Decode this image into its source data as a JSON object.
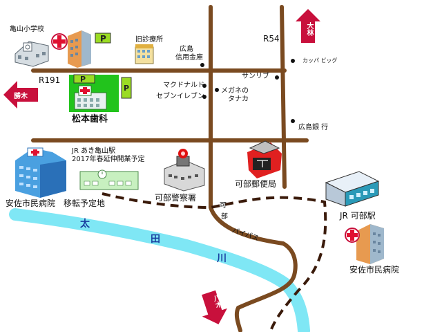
{
  "roads": {
    "r191": "R191",
    "r54": "R54"
  },
  "directions": {
    "katsuki": "勝木",
    "daibayashi": "大林",
    "yagi": "八木"
  },
  "places": {
    "kameyama_school": "亀山小学校",
    "old_clinic": "旧診療所",
    "hiroshima_shinkin_1": "広島",
    "hiroshima_shinkin_2": "信用金庫",
    "kappa_big": "カッパ ビッグ",
    "sunlive": "サンリブ",
    "mcdonalds": "マクドナルド",
    "seven_eleven": "セブンイレブン",
    "megane_1": "メガネの",
    "megane_2": "タナカ",
    "matsumoto_dental": "松本歯科",
    "hiroshima_bank": "広島銀 行",
    "jr_station_1": "JR あき亀山駅",
    "jr_station_2": "2017年春延伸開業予定",
    "hospital_left": "安佐市民病院",
    "relocation": "移転予定地",
    "police": "可部警察署",
    "post_office": "可部郵便局",
    "bypass_ka": "可",
    "bypass_be": "部",
    "bypass": "バイパス",
    "jr_kabe": "JR 可部駅",
    "hospital_right": "安佐市民病院"
  },
  "river": {
    "c1": "太",
    "c2": "田",
    "c3": "川"
  },
  "colors": {
    "road": "#7a4a20",
    "river": "#7fe7f5",
    "arrow": "#c8103c",
    "rail": "#3a1a0a",
    "dental_bg": "#22c31c",
    "parking": "#9bdc24"
  },
  "icons": {
    "hospital": "hospital-cross-icon",
    "parking": "parking-icon",
    "school": "school-building-icon",
    "police": "police-station-icon",
    "post": "post-office-icon",
    "station": "train-station-icon"
  }
}
